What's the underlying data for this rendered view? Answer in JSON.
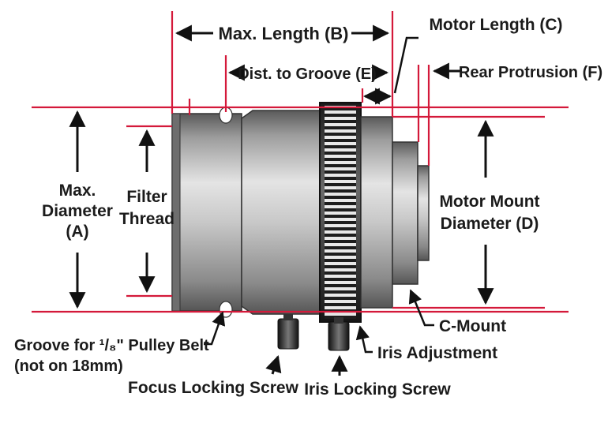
{
  "diagram": {
    "labels": {
      "max_length": "Max. Length (B)",
      "motor_length": "Motor Length (C)",
      "dist_to_groove": "Dist. to Groove (E)",
      "rear_protrusion": "Rear Protrusion (F)",
      "max_diameter_line1": "Max.",
      "max_diameter_line2": "Diameter",
      "max_diameter_line3": "(A)",
      "filter_line1": "Filter",
      "filter_line2": "Thread",
      "motor_mount_line1": "Motor Mount",
      "motor_mount_line2": "Diameter (D)",
      "c_mount": "C-Mount",
      "groove_line1": "Groove for ¹/₈\" Pulley Belt",
      "groove_line2": "(not on 18mm)",
      "iris_adjustment": "Iris Adjustment",
      "focus_locking_screw": "Focus Locking Screw",
      "iris_locking_screw": "Iris Locking Screw"
    },
    "colors": {
      "dimension_line": "#d4193a",
      "text": "#1b1b1b",
      "lens_metal": "#9a9a9a"
    }
  }
}
